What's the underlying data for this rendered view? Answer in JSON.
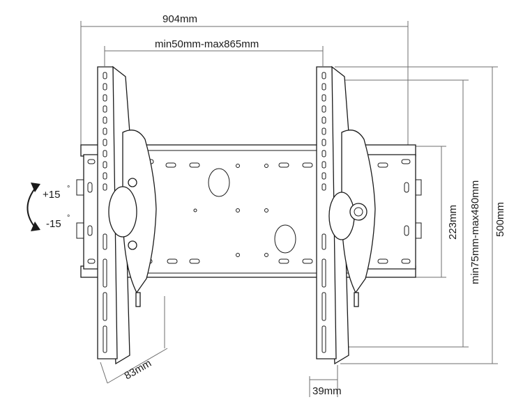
{
  "dimensions": {
    "overall_width": "904mm",
    "bracket_spacing": "min50mm-max865mm",
    "plate_height": "223mm",
    "arm_length_range": "min75mm-max480mm",
    "overall_height": "500mm",
    "depth": "83mm",
    "wall_gap": "39mm"
  },
  "tilt": {
    "up": "+15",
    "down": "-15",
    "degree_mark": "°"
  },
  "colors": {
    "line": "#1a1a1a",
    "dimension_line": "#6e6e6e",
    "background": "#ffffff"
  }
}
